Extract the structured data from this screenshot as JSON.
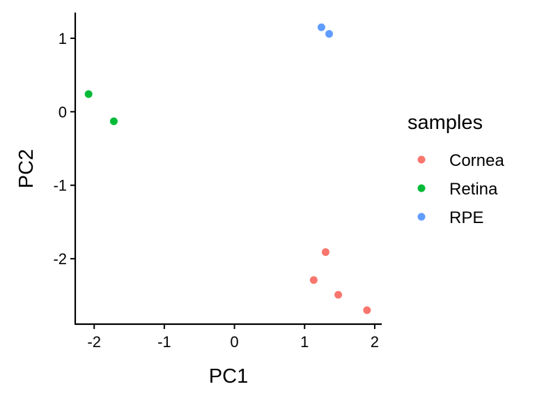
{
  "chart_data": {
    "type": "scatter",
    "title": "",
    "xlabel": "PC1",
    "ylabel": "PC2",
    "xlim": [
      -2.27,
      2.1
    ],
    "ylim": [
      -2.89,
      1.35
    ],
    "xticks": [
      -2,
      -1,
      0,
      1,
      2
    ],
    "yticks": [
      -2,
      -1,
      0,
      1
    ],
    "xtick_labels": [
      "-2",
      "-1",
      "0",
      "1",
      "2"
    ],
    "ytick_labels": [
      "-2",
      "-1",
      "0",
      "1"
    ],
    "grid": false,
    "legend": {
      "title": "samples",
      "placement": "right"
    },
    "series": [
      {
        "name": "Cornea",
        "color": "#F8766D",
        "points": [
          [
            1.3,
            -1.91
          ],
          [
            1.13,
            -2.29
          ],
          [
            1.48,
            -2.49
          ],
          [
            1.89,
            -2.7
          ]
        ]
      },
      {
        "name": "Retina",
        "color": "#00BA38",
        "points": [
          [
            -2.08,
            0.24
          ],
          [
            -1.72,
            -0.13
          ]
        ]
      },
      {
        "name": "RPE",
        "color": "#619CFF",
        "points": [
          [
            1.24,
            1.15
          ],
          [
            1.35,
            1.06
          ]
        ]
      }
    ]
  }
}
